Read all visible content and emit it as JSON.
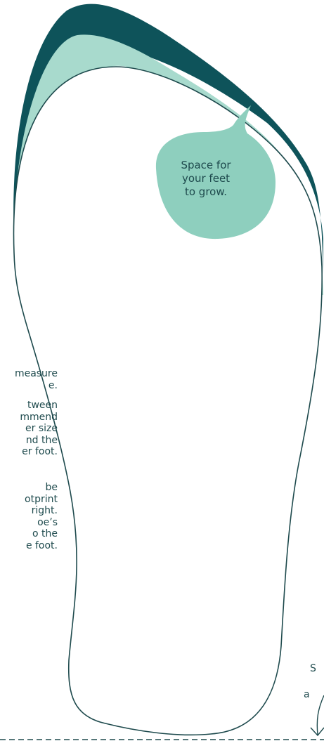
{
  "bubble": {
    "lines": [
      "Space for",
      "your feet",
      "to grow."
    ]
  },
  "left_notes": [
    {
      "lines": [
        "measure",
        "e."
      ]
    },
    {
      "lines": [
        "tween",
        "mmend",
        "er size",
        "nd the",
        "er foot."
      ]
    },
    {
      "lines": [
        "be",
        "otprint",
        "right.",
        "oe’s",
        "o the",
        "e foot."
      ]
    }
  ],
  "right_note": {
    "lines": [
      "S",
      "a"
    ]
  },
  "colors": {
    "outer_band": "#0e535a",
    "inner_band": "#a8dacd",
    "outline": "#1e4a4d",
    "bubble": "#8ecfbe"
  }
}
